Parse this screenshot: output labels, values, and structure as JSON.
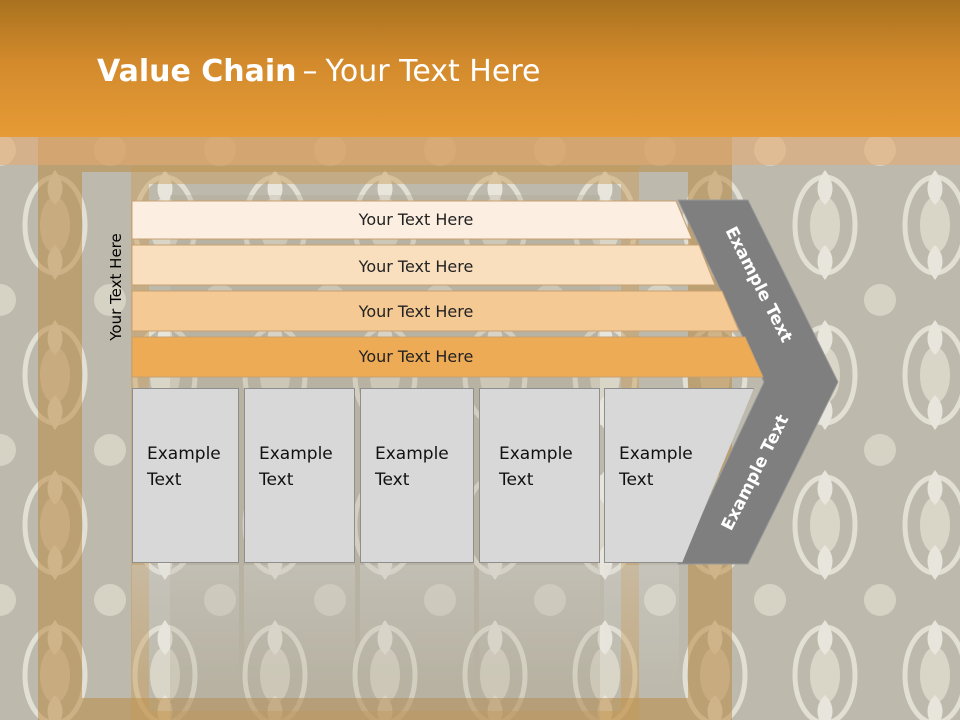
{
  "title": {
    "bold": "Value Chain",
    "separator": "–",
    "rest": "Your Text Here"
  },
  "side_label": "Your Text Here",
  "rows": [
    {
      "label": "Your Text Here",
      "color": "#fcefe1"
    },
    {
      "label": "Your Text Here",
      "color": "#f9dfbe"
    },
    {
      "label": "Your Text Here",
      "color": "#f4c994"
    },
    {
      "label": "Your Text Here",
      "color": "#eeab56"
    }
  ],
  "arrow": {
    "top_label": "Example Text",
    "bottom_label": "Example Text",
    "color": "#7f7f7f"
  },
  "boxes": [
    {
      "line1": "Example",
      "line2": "Text"
    },
    {
      "line1": "Example",
      "line2": "Text"
    },
    {
      "line1": "Example",
      "line2": "Text"
    },
    {
      "line1": "Example",
      "line2": "Text"
    },
    {
      "line1": "Example",
      "line2": "Text"
    }
  ],
  "colors": {
    "title_bar": "#e29630",
    "box_fill": "#d8d8d8"
  }
}
